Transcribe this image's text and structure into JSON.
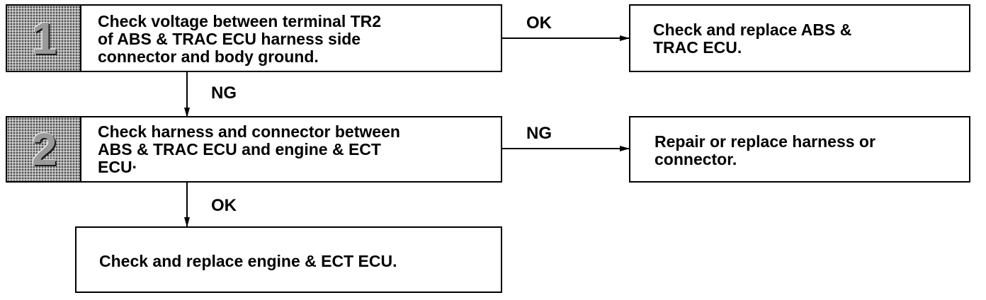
{
  "steps": [
    {
      "number": "1",
      "text": "Check voltage between terminal TR2\nof ABS & TRAC ECU harness side\nconnector and body ground."
    },
    {
      "number": "2",
      "text": "Check harness and connector between\nABS & TRAC ECU and engine & ECT\nECU·"
    }
  ],
  "results": {
    "step1_ok": "Check and replace ABS &\nTRAC ECU.",
    "step2_ng": "Repair or replace harness or\nconnector.",
    "step2_ok": "Check and replace engine & ECT ECU."
  },
  "branches": {
    "step1_right": "OK",
    "step1_down": "NG",
    "step2_right": "NG",
    "step2_down": "OK"
  }
}
